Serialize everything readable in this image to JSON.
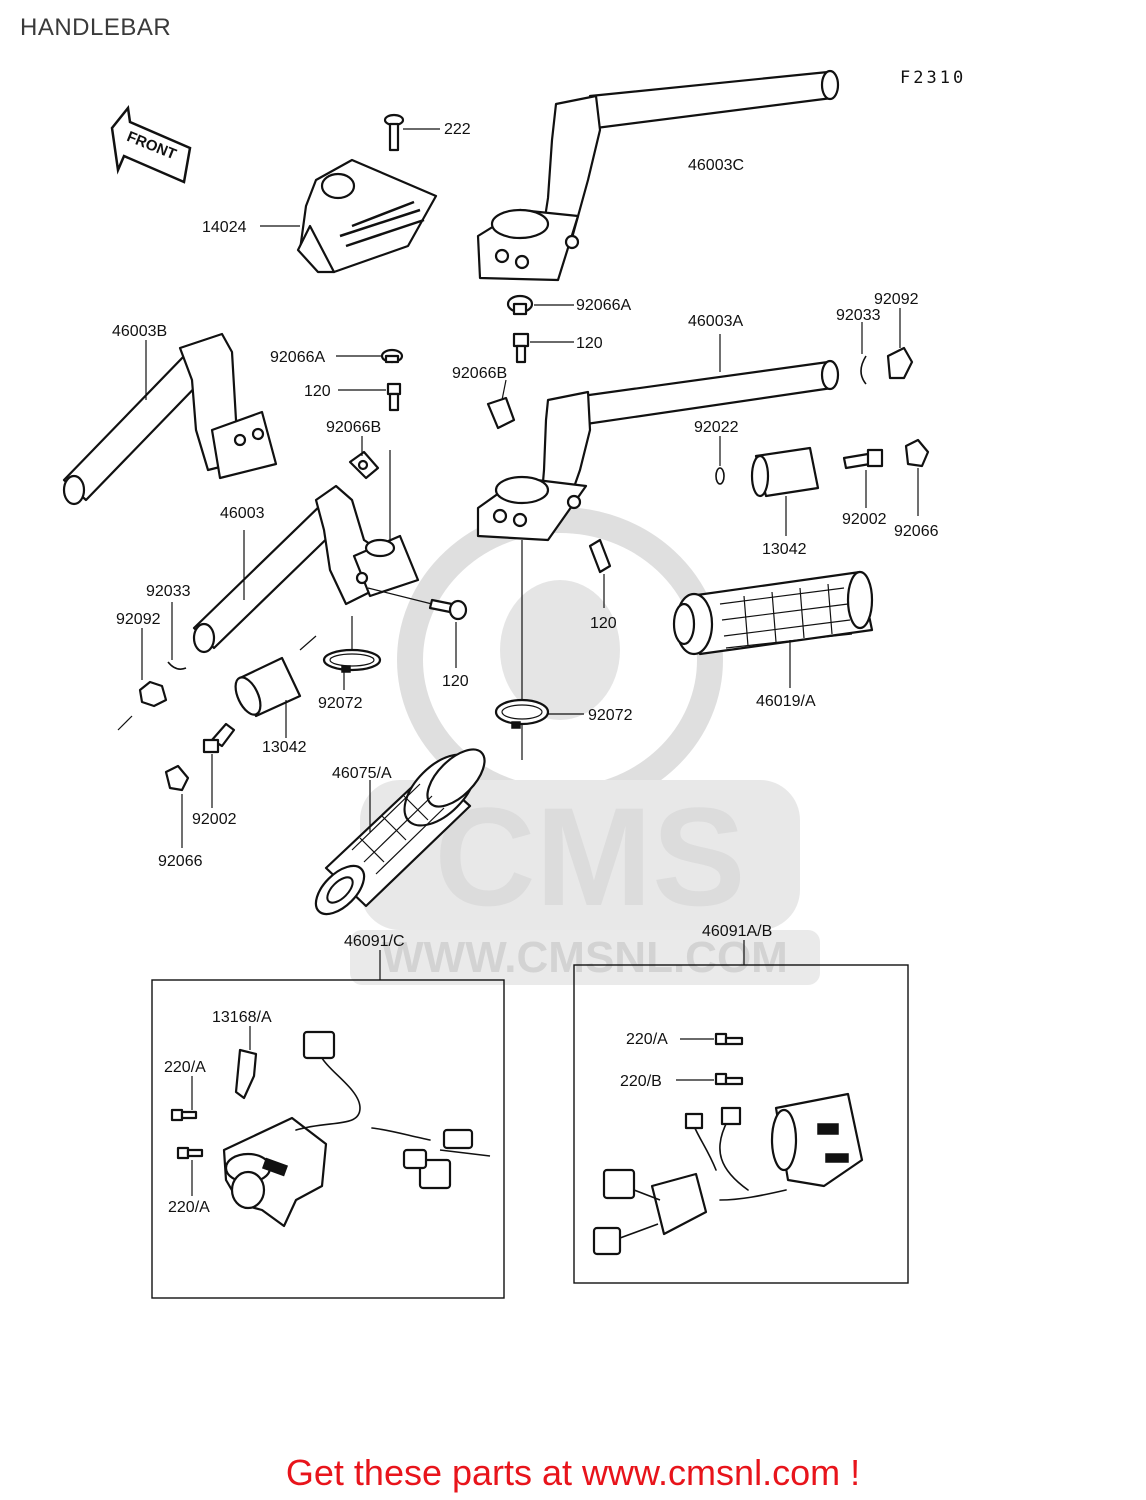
{
  "page": {
    "title": "HANDLEBAR",
    "figure_code": "F2310",
    "front_arrow_label": "FRONT",
    "footer": "Get these parts at www.cmsnl.com !"
  },
  "watermark": {
    "logo_text": "CMS",
    "url_text": "WWW.CMSNL.COM"
  },
  "labels": {
    "l222": "222",
    "l46003C": "46003C",
    "l14024": "14024",
    "l92066A_top": "92066A",
    "l92092_right": "92092",
    "l46003A": "46003A",
    "l92033_right": "92033",
    "l46003B": "46003B",
    "l120_mid": "120",
    "l92066A_left": "92066A",
    "l120_left": "120",
    "l92066B_mid": "92066B",
    "l92066B_left": "92066B",
    "l92022": "92022",
    "l46003": "46003",
    "l92002_right": "92002",
    "l92066_right": "92066",
    "l13042_right": "13042",
    "l92033_left": "92033",
    "l92092_left": "92092",
    "l120_lower": "120",
    "l120_right": "120",
    "l92072_left": "92072",
    "l46019A": "46019/A",
    "l13042_left": "13042",
    "l92072_right": "92072",
    "l46075A": "46075/A",
    "l92002_left": "92002",
    "l92066_left": "92066",
    "l46091C": "46091/C",
    "l46091AB": "46091A/B",
    "l13168A": "13168/A",
    "l220A_1": "220/A",
    "l220A_2": "220/A",
    "l220A_3": "220/A",
    "l220B": "220/B"
  }
}
